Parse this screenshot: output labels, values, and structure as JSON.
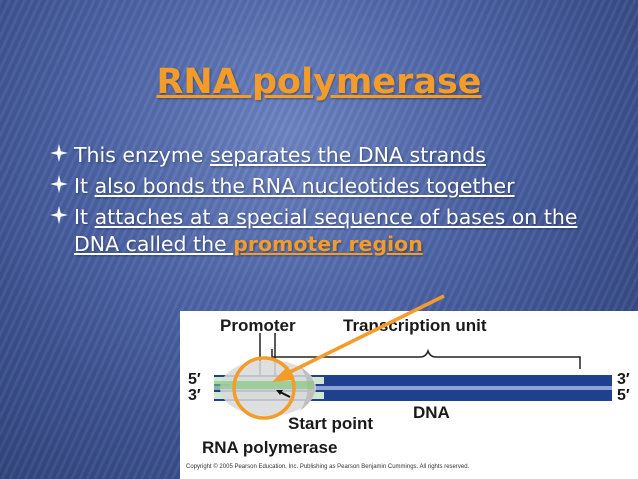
{
  "slide": {
    "title": "RNA polymerase",
    "bullets": [
      {
        "parts": [
          {
            "text": "This enzyme ",
            "style": "plain"
          },
          {
            "text": "separates the DNA strands",
            "style": "underline"
          }
        ]
      },
      {
        "parts": [
          {
            "text": "It ",
            "style": "plain"
          },
          {
            "text": "also bonds the RNA nucleotides together",
            "style": "underline"
          }
        ]
      },
      {
        "parts": [
          {
            "text": "It ",
            "style": "plain"
          },
          {
            "text": "attaches at a special sequence of bases on the DNA called the ",
            "style": "underline"
          },
          {
            "text": "promoter region",
            "style": "highlight"
          }
        ]
      }
    ],
    "bullet_icon": "four-point-star-icon",
    "colors": {
      "accent_orange": "#f39c2a",
      "background_blue": "#4f66a8",
      "text_white": "#ffffff",
      "dna_blue": "#1f3f8f",
      "rna_green": "#7fc97a"
    }
  },
  "figure": {
    "label_promoter": "Promoter",
    "label_transcription_unit": "Transcription unit",
    "label_5prime_left": "5′",
    "label_3prime_left": "3′",
    "label_3prime_right": "3′",
    "label_5prime_right": "5′",
    "label_dna": "DNA",
    "label_start_point": "Start point",
    "label_rna_polymerase": "RNA polymerase",
    "copyright": "Copyright © 2005 Pearson Education, Inc. Publishing as Pearson Benjamin Cummings. All rights reserved."
  }
}
